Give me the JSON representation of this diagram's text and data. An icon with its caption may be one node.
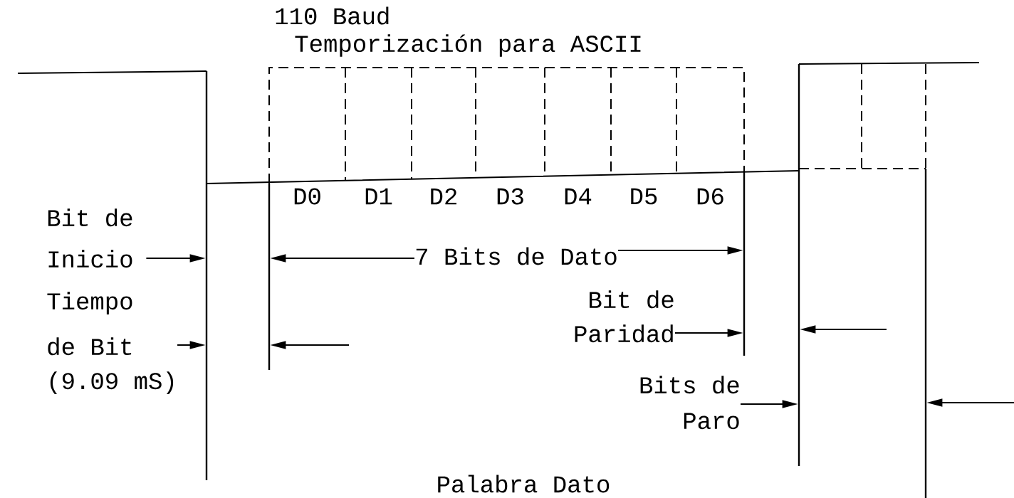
{
  "diagram": {
    "nodes": [
      {
        "text": [],
        "shape": "line"
      },
      {
        "text": [],
        "shape": "line"
      },
      {
        "text": [],
        "shape": "line"
      },
      {
        "text": [],
        "shape": "line"
      },
      {
        "text": [],
        "shape": "line"
      },
      {
        "text": [
          "Bit de Inicio"
        ]
      },
      {
        "text": [
          "7 Bits de Dato"
        ]
      },
      {
        "text": [
          "Tiempo de Bit",
          "(9.09 mS)"
        ]
      },
      {
        "text": [
          "Bit de Paridad"
        ]
      },
      {
        "text": [
          "Bits de Paro"
        ]
      }
    ],
    "edges": [
      {
        "from": 5,
        "to": 0,
        "arrow": "to"
      },
      {
        "from": 6,
        "to": 1,
        "arrow": "to"
      },
      {
        "from": 6,
        "to": 2,
        "arrow": "to"
      },
      {
        "from": 7,
        "to": 0,
        "arrow": "to"
      },
      {
        "from": null,
        "to": 1,
        "arrow": "to"
      },
      {
        "from": 8,
        "to": 2,
        "arrow": "to"
      },
      {
        "from": null,
        "to": 3,
        "arrow": "to"
      },
      {
        "from": 9,
        "to": 3,
        "arrow": "to"
      },
      {
        "from": null,
        "to": 4,
        "arrow": "to"
      }
    ],
    "labels": [
      "110 Baud",
      "Temporización para ASCII",
      "D0",
      "D1",
      "D2",
      "D3",
      "D4",
      "D5",
      "D6",
      "Palabra Dato"
    ]
  }
}
